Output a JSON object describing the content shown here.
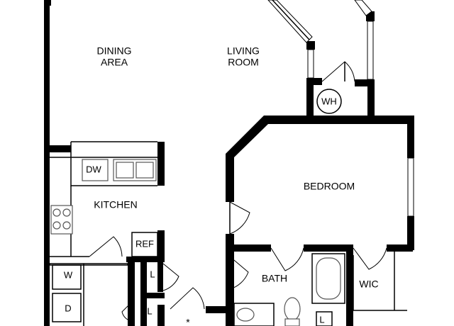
{
  "rooms": {
    "dining_line1": "DINING",
    "dining_line2": "AREA",
    "living_line1": "LIVING",
    "living_line2": "ROOM",
    "bedroom": "BEDROOM",
    "kitchen": "KITCHEN",
    "bath": "BATH",
    "wic": "WIC"
  },
  "fixtures": {
    "water_heater": "WH",
    "dishwasher": "DW",
    "refrigerator": "REF",
    "washer": "W",
    "dryer": "D",
    "linen_1": "L",
    "linen_2": "L",
    "linen_3": "L",
    "entry_marker": "*"
  }
}
